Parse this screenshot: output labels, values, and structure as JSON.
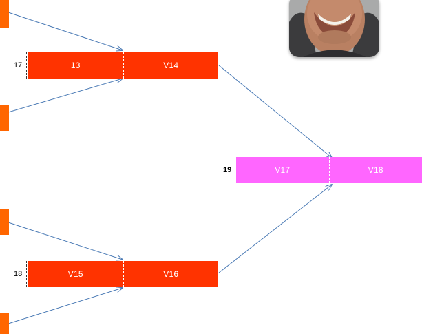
{
  "colors": {
    "round1": "#ff3300",
    "final": "#ff66ff",
    "stub": "#ff6600",
    "arrow": "#4a7ab5"
  },
  "matches": [
    {
      "number": "17",
      "left": "13",
      "right": "V14"
    },
    {
      "number": "18",
      "left": "V15",
      "right": "V16"
    },
    {
      "number": "19",
      "left": "V17",
      "right": "V18"
    }
  ],
  "avatar": {
    "icon": "person-photo-icon"
  }
}
